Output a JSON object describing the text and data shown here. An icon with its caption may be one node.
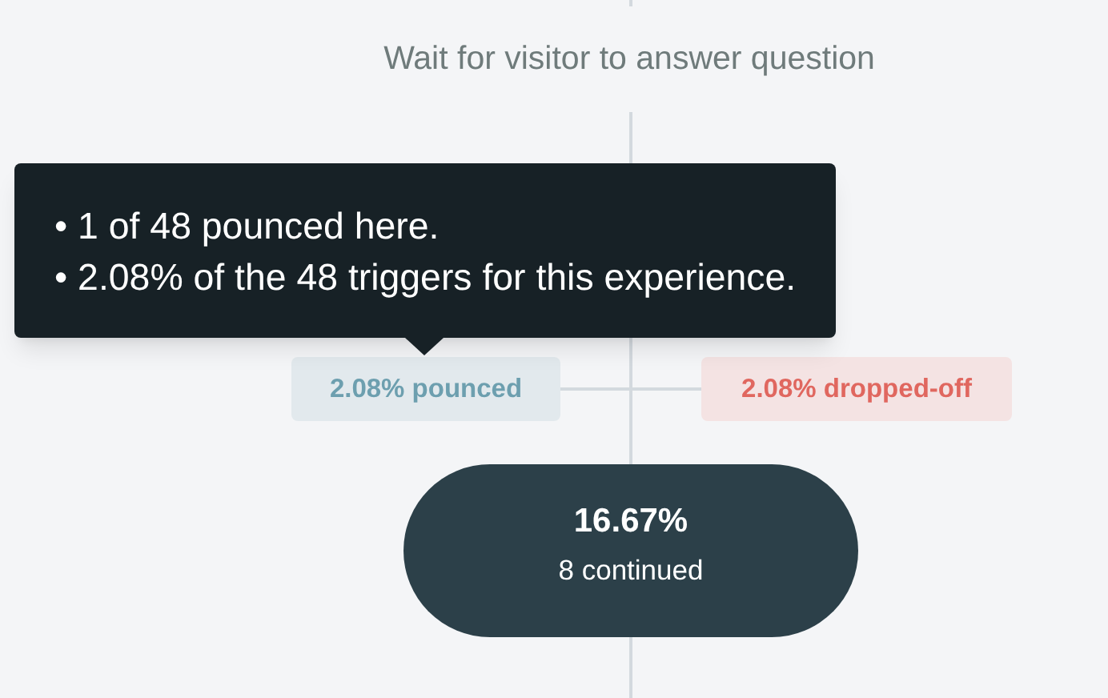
{
  "diagram": {
    "nodes": [
      {
        "text": [
          "• 1 of 48 pounced here.",
          "• 2.08% of the 48 triggers for this experience."
        ]
      },
      {
        "text": [
          "2.08% pounced"
        ]
      },
      {
        "text": [
          "2.08% dropped-off"
        ]
      },
      {
        "text": [
          "16.67%",
          "8 continued"
        ]
      }
    ],
    "edges": [
      {
        "from": null,
        "to": 3,
        "arrow": "none",
        "label": "Wait for visitor to answer question"
      },
      {
        "from": 1,
        "to": 2,
        "arrow": "none"
      },
      {
        "from": 3,
        "to": null,
        "arrow": "none"
      }
    ]
  }
}
